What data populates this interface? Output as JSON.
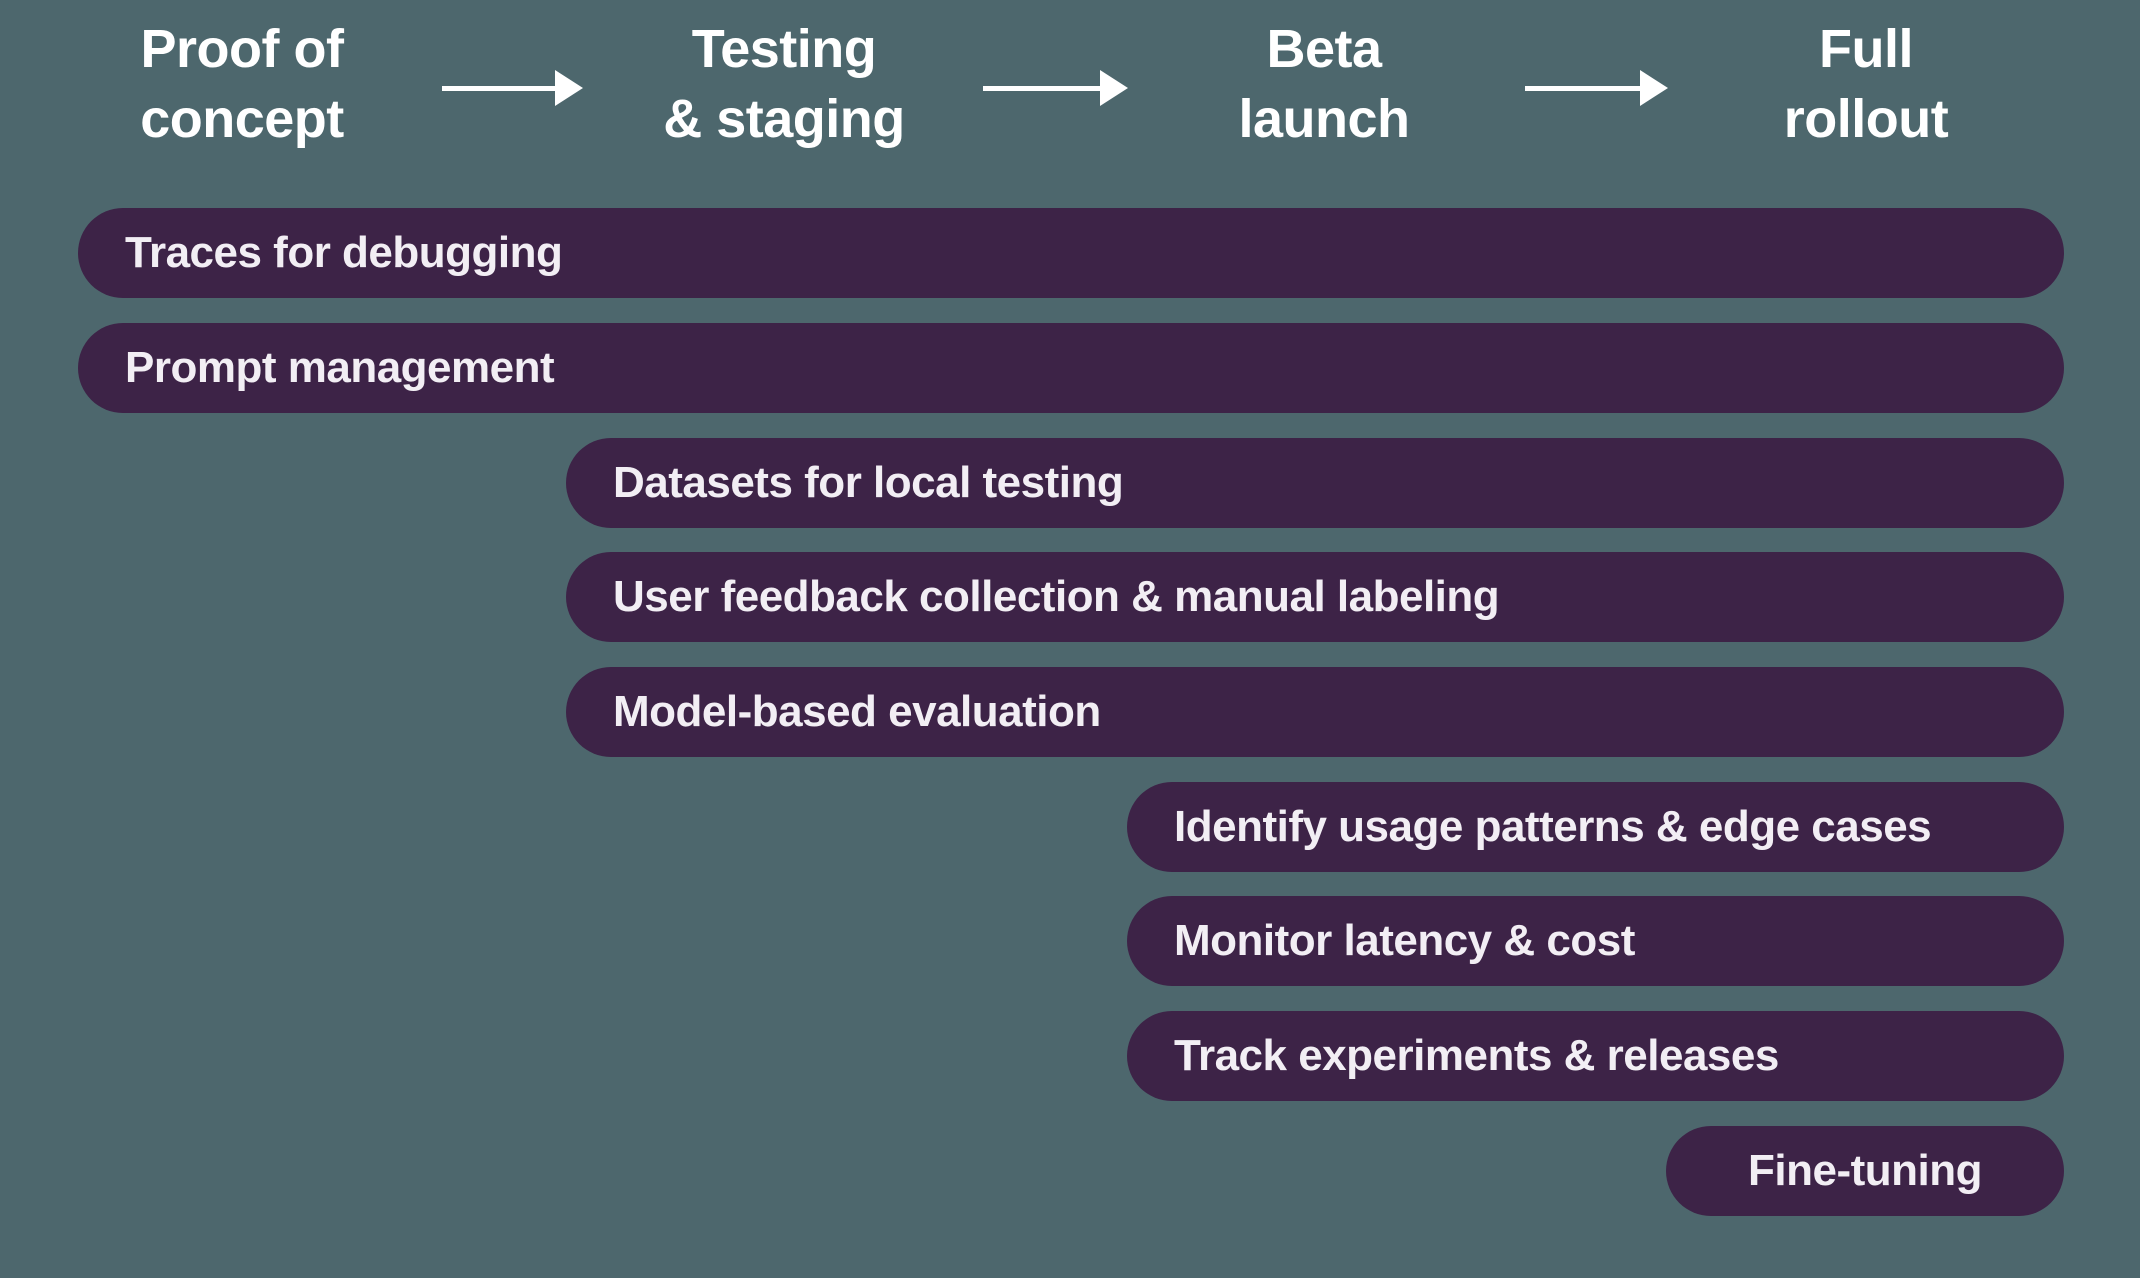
{
  "colors": {
    "background": "#4d676d",
    "bar_fill": "#3d2347",
    "bar_text": "#f2eef4",
    "stage_text": "#ffffff",
    "arrow": "#ffffff"
  },
  "stages": [
    {
      "label": "Proof of\nconcept"
    },
    {
      "label": "Testing\n& staging"
    },
    {
      "label": "Beta\nlaunch"
    },
    {
      "label": "Full\nrollout"
    }
  ],
  "arrows": [
    {
      "icon": "right-arrow"
    },
    {
      "icon": "right-arrow"
    },
    {
      "icon": "right-arrow"
    }
  ],
  "bars": [
    {
      "label": "Traces for debugging",
      "start_stage": "Proof of concept",
      "end_stage": "Full rollout"
    },
    {
      "label": "Prompt management",
      "start_stage": "Proof of concept",
      "end_stage": "Full rollout"
    },
    {
      "label": "Datasets for local testing",
      "start_stage": "Testing & staging",
      "end_stage": "Full rollout"
    },
    {
      "label": "User feedback collection & manual labeling",
      "start_stage": "Testing & staging",
      "end_stage": "Full rollout"
    },
    {
      "label": "Model-based evaluation",
      "start_stage": "Testing & staging",
      "end_stage": "Full rollout"
    },
    {
      "label": "Identify usage patterns & edge cases",
      "start_stage": "Beta launch",
      "end_stage": "Full rollout"
    },
    {
      "label": "Monitor latency & cost",
      "start_stage": "Beta launch",
      "end_stage": "Full rollout"
    },
    {
      "label": "Track experiments & releases",
      "start_stage": "Beta launch",
      "end_stage": "Full rollout"
    },
    {
      "label": "Fine-tuning",
      "start_stage": "Full rollout",
      "end_stage": "Full rollout"
    }
  ]
}
